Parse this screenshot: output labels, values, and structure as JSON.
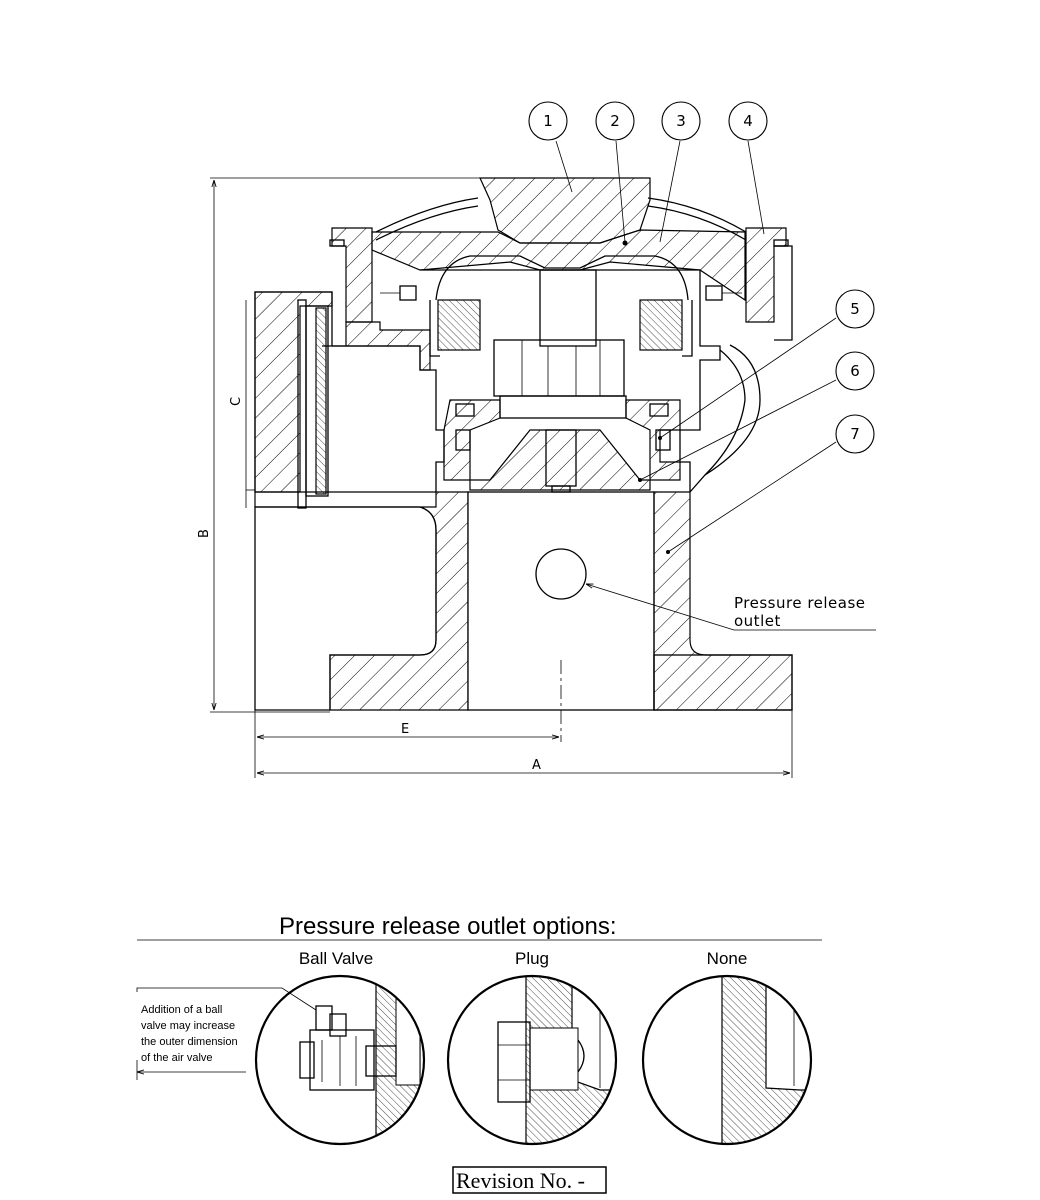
{
  "balloons": [
    "1",
    "2",
    "3",
    "4",
    "5",
    "6",
    "7"
  ],
  "dimensions": {
    "a": "A",
    "b": "B",
    "c": "C",
    "e": "E"
  },
  "callout": {
    "line1": "Pressure release",
    "line2": "outlet"
  },
  "options": {
    "title": "Pressure release outlet options:",
    "ball_valve": "Ball Valve",
    "plug": "Plug",
    "none": "None",
    "note": [
      "Addition of a ball",
      "valve may increase",
      "the outer dimension",
      "of the air valve"
    ]
  },
  "revision": "Revision No. -"
}
